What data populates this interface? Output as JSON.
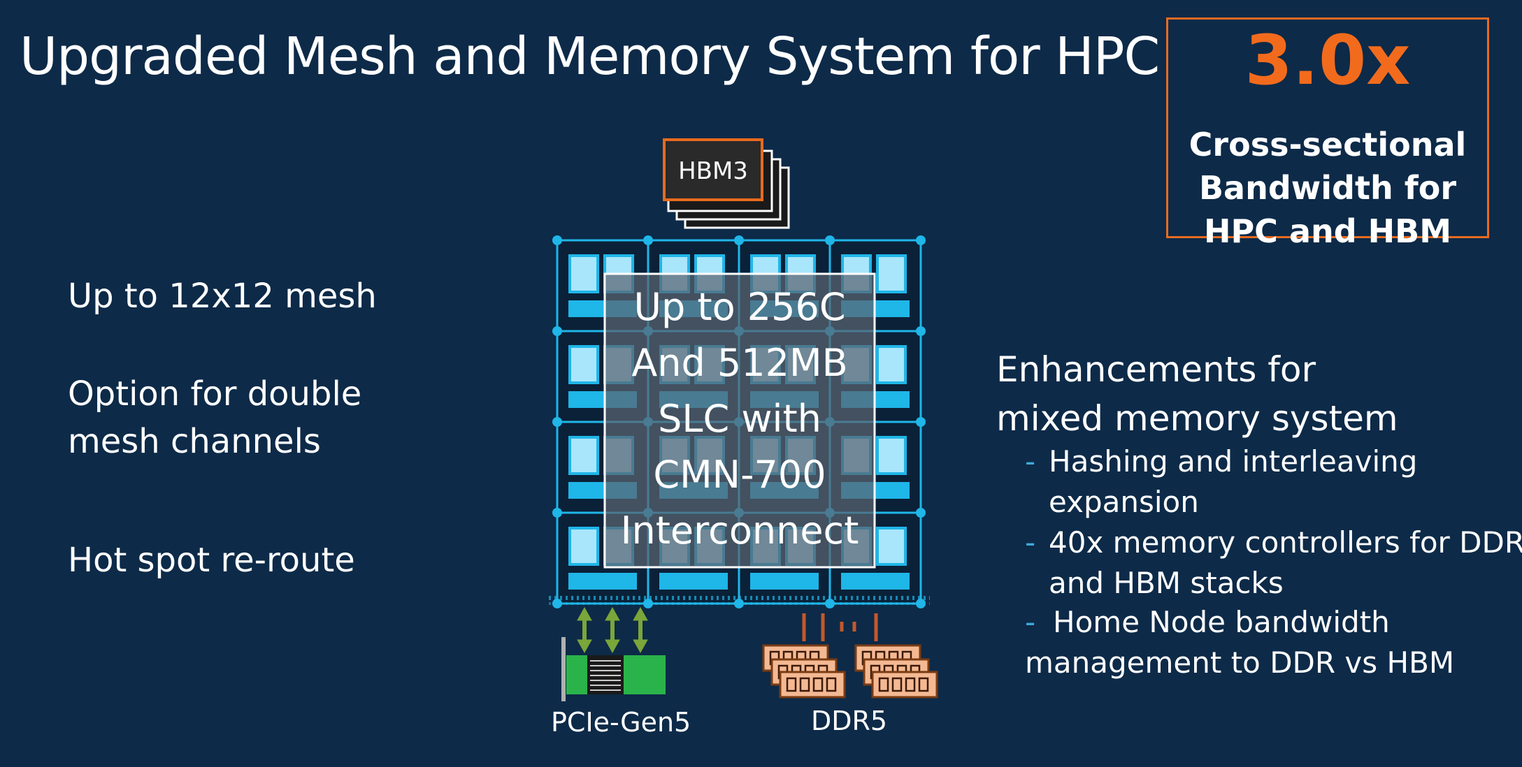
{
  "title": "Upgraded Mesh and Memory System for HPC",
  "stat": {
    "value": "3.0x",
    "description": "Cross-sectional Bandwidth for HPC and HBM"
  },
  "left_features": [
    "Up to 12x12 mesh",
    "Option for double mesh channels",
    "Hot spot re-route"
  ],
  "diagram": {
    "chip_text": [
      "Up to 256C",
      "And 512MB",
      "SLC with",
      "CMN-700",
      "Interconnect"
    ],
    "hbm_label": "HBM3",
    "pcie_label": "PCIe-Gen5",
    "ddr_label": "DDR5"
  },
  "right_panel": {
    "heading": "Enhancements for mixed memory system",
    "bullets": [
      [
        "Hashing and interleaving",
        "expansion"
      ],
      [
        "40x memory controllers for DDR",
        "and HBM stacks"
      ],
      [
        "Home Node bandwidth",
        "management to DDR vs HBM"
      ]
    ]
  },
  "colors": {
    "background": "#0d2a48",
    "accent_orange": "#f26b1d",
    "mesh_blue": "#1fb6e8"
  }
}
